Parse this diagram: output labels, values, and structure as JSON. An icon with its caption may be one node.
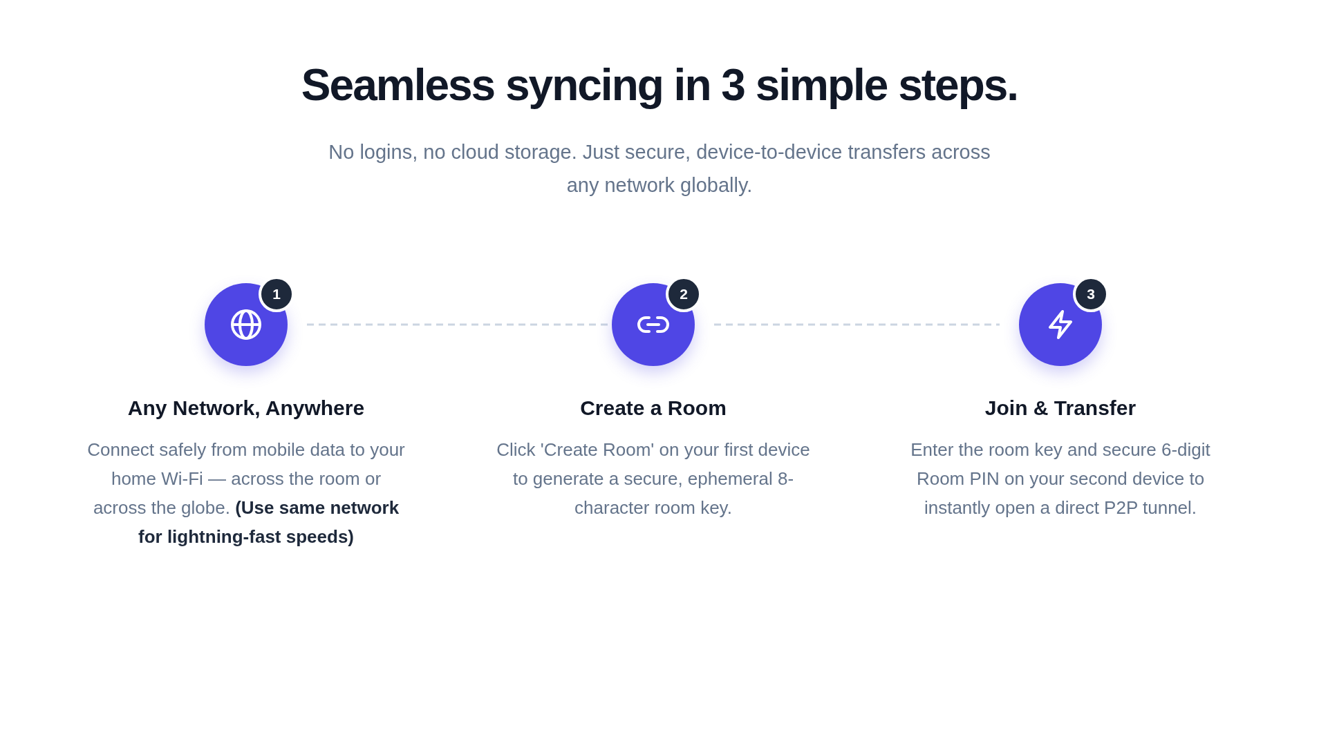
{
  "diagram": {
    "title": "Seamless syncing in 3 simple steps.",
    "nodes": [
      {
        "text": [],
        "shape": "circle"
      },
      {
        "text": [
          "1"
        ]
      },
      {
        "text": [],
        "shape": "circle"
      },
      {
        "text": [
          "2"
        ]
      },
      {
        "text": [],
        "shape": "circle"
      },
      {
        "text": [
          "3"
        ]
      }
    ],
    "edges": [
      {
        "from": 0,
        "to": 2,
        "arrow": "none",
        "style": "dashed"
      },
      {
        "from": 2,
        "to": 4,
        "arrow": "none",
        "style": "dashed"
      }
    ],
    "labels": [
      "No logins, no cloud storage. Just secure, device-to-device transfers across any network globally.",
      "Any Network, Anywhere",
      "Connect safely from mobile data to your home Wi-Fi — across the room or across the globe. **(Use same network for lightning-fast speeds)**",
      "Create a Room",
      "Click 'Create Room' on your first device to generate a secure, ephemeral 8-character room key.",
      "Join & Transfer",
      "Enter the room key and secure 6-digit Room PIN on your second device to instantly open a direct P2P tunnel."
    ]
  }
}
